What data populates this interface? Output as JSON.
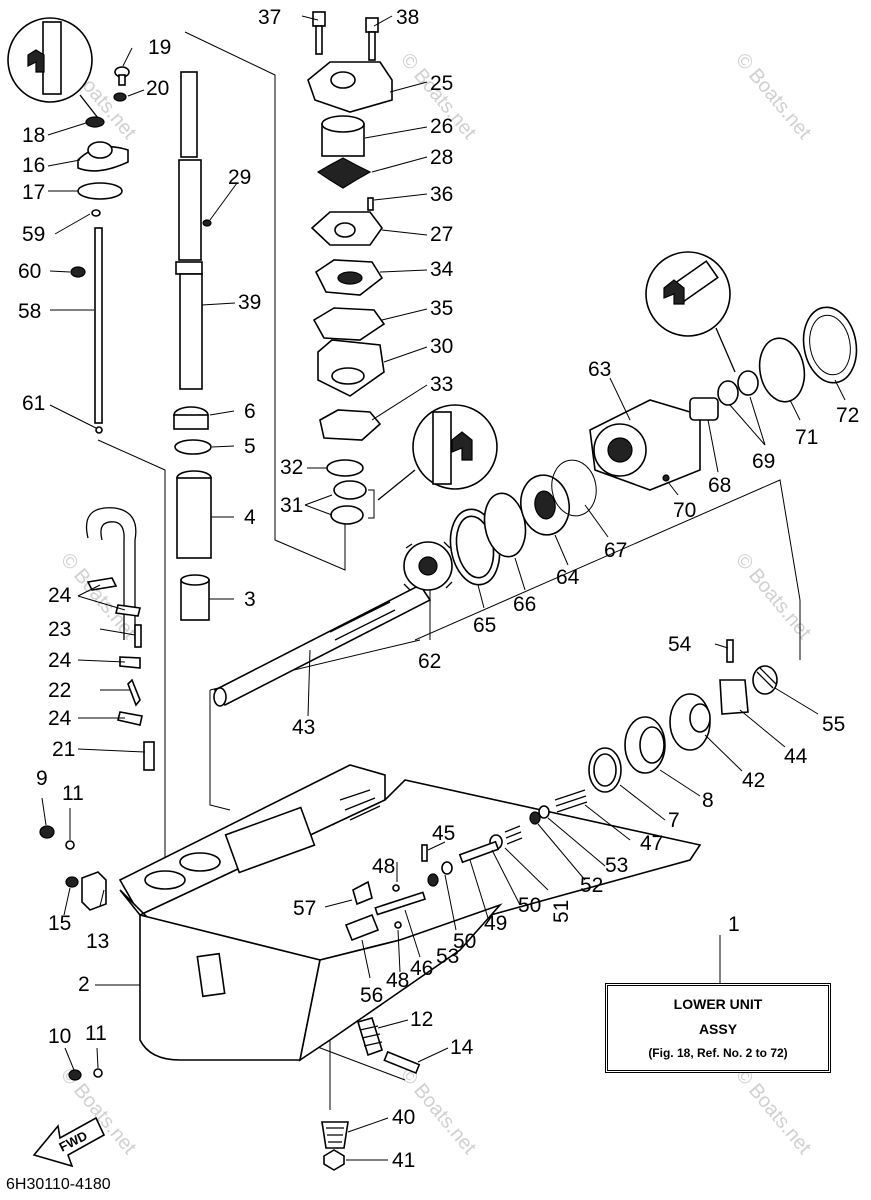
{
  "watermark": "© Boats.net",
  "figure_code": "6H30110-4180",
  "fwd_label": "FWD",
  "assy_box": {
    "line1": "LOWER UNIT",
    "line2": "ASSY",
    "line3": "(Fig. 18, Ref. No. 2 to 72)"
  },
  "callouts": {
    "c1": "1",
    "c2": "2",
    "c3": "3",
    "c4": "4",
    "c5": "5",
    "c6": "6",
    "c7": "7",
    "c8": "8",
    "c9": "9",
    "c10": "10",
    "c11a": "11",
    "c11b": "11",
    "c12": "12",
    "c13": "13",
    "c14": "14",
    "c15": "15",
    "c16": "16",
    "c17": "17",
    "c18": "18",
    "c19": "19",
    "c20": "20",
    "c21": "21",
    "c22": "22",
    "c23": "23",
    "c24a": "24",
    "c24b": "24",
    "c24c": "24",
    "c25": "25",
    "c26": "26",
    "c27": "27",
    "c28": "28",
    "c29": "29",
    "c30": "30",
    "c31": "31",
    "c32": "32",
    "c33": "33",
    "c34": "34",
    "c35": "35",
    "c36": "36",
    "c37": "37",
    "c38": "38",
    "c39": "39",
    "c40": "40",
    "c41": "41",
    "c42": "42",
    "c43": "43",
    "c44": "44",
    "c45": "45",
    "c46": "46",
    "c47": "47",
    "c48a": "48",
    "c48b": "48",
    "c49": "49",
    "c50a": "50",
    "c50b": "50",
    "c51": "51",
    "c52": "52",
    "c53a": "53",
    "c53b": "53",
    "c54": "54",
    "c55": "55",
    "c56": "56",
    "c57": "57",
    "c58": "58",
    "c59": "59",
    "c60": "60",
    "c61": "61",
    "c62": "62",
    "c63": "63",
    "c64": "64",
    "c65": "65",
    "c66": "66",
    "c67": "67",
    "c68": "68",
    "c69": "69",
    "c70": "70",
    "c71": "71",
    "c72": "72"
  }
}
